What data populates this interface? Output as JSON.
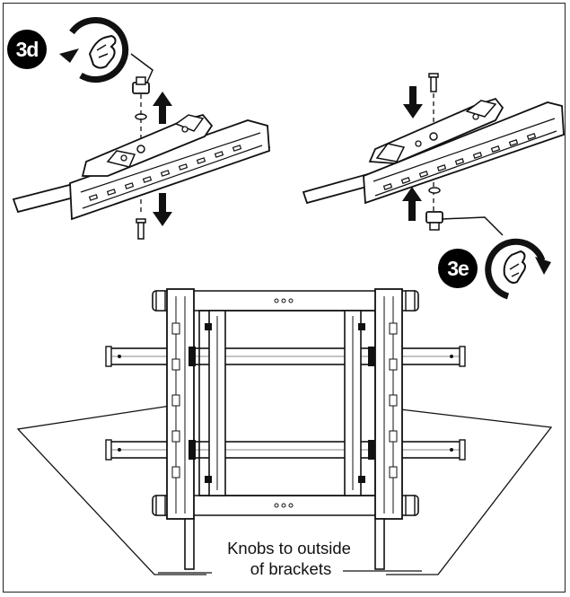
{
  "steps": {
    "left": {
      "label": "3d",
      "rotation": "counterclockwise"
    },
    "right": {
      "label": "3e",
      "rotation": "clockwise"
    }
  },
  "caption": {
    "line1": "Knobs to outside",
    "line2": "of brackets"
  },
  "icons": {
    "rotate_ccw": "rotate-counterclockwise-hand-icon",
    "rotate_cw": "rotate-clockwise-hand-icon",
    "arrow": "arrow-icon"
  }
}
